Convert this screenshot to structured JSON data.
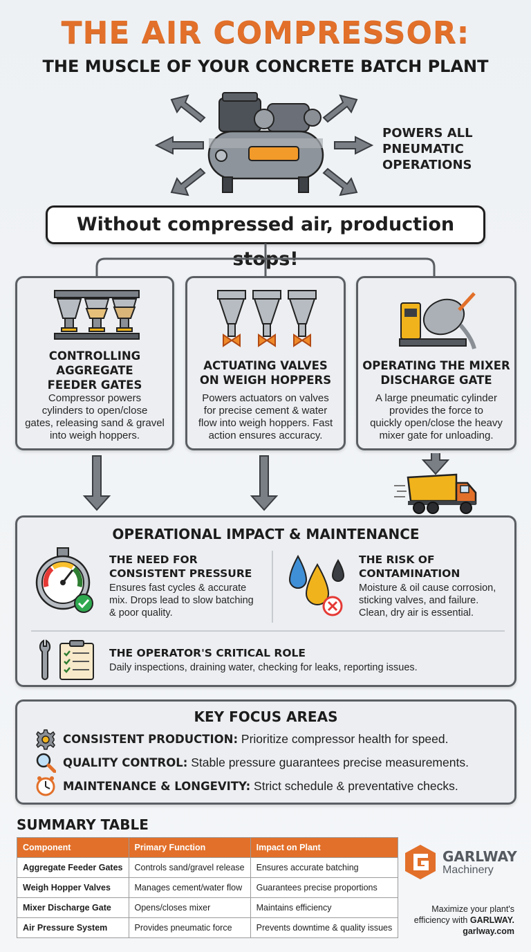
{
  "header": {
    "title": "THE AIR COMPRESSOR:",
    "subtitle": "THE MUSCLE OF YOUR CONCRETE BATCH PLANT"
  },
  "hero": {
    "caption_lines": [
      "POWERS ALL",
      "PNEUMATIC",
      "OPERATIONS"
    ]
  },
  "banner": "Without compressed air, production stops!",
  "cards": [
    {
      "title_lines": [
        "CONTROLLING",
        "AGGREGATE",
        "FEEDER GATES"
      ],
      "body_lines": [
        "Compressor powers",
        "cylinders to open/close",
        "gates, releasing sand & gravel",
        "into weigh hoppers."
      ]
    },
    {
      "title_lines": [
        "ACTUATING VALVES",
        "ON WEIGH HOPPERS"
      ],
      "body_lines": [
        "Powers actuators on valves",
        "for precise cement & water",
        "flow into weigh hoppers. Fast",
        "action ensures accuracy."
      ]
    },
    {
      "title_lines": [
        "OPERATING THE MIXER",
        "DISCHARGE GATE"
      ],
      "body_lines": [
        "A large pneumatic cylinder",
        "provides the force to",
        "quickly open/close the heavy",
        "mixer gate for unloading."
      ]
    }
  ],
  "impact": {
    "title": "OPERATIONAL IMPACT & MAINTENANCE",
    "pressure": {
      "title_lines": [
        "THE NEED FOR",
        "CONSISTENT PRESSURE"
      ],
      "body_lines": [
        "Ensures fast cycles & accurate",
        "mix. Drops lead to slow batching",
        "& poor quality."
      ]
    },
    "contamination": {
      "title_lines": [
        "THE RISK OF",
        "CONTAMINATION"
      ],
      "body_lines": [
        "Moisture & oil cause corrosion,",
        "sticking valves, and failure.",
        "Clean, dry air is essential."
      ]
    },
    "operator": {
      "title": "THE OPERATOR'S CRITICAL ROLE",
      "body": "Daily inspections, draining water, checking for leaks, reporting issues."
    }
  },
  "focus": {
    "title": "KEY FOCUS AREAS",
    "items": [
      {
        "label": "CONSISTENT PRODUCTION:",
        "text": " Prioritize compressor health for speed.",
        "icon": "gear-icon"
      },
      {
        "label": "QUALITY CONTROL:",
        "text": " Stable pressure guarantees precise measurements.",
        "icon": "magnifier-icon"
      },
      {
        "label": "MAINTENANCE & LONGEVITY:",
        "text": " Strict schedule & preventative checks.",
        "icon": "clock-icon"
      }
    ]
  },
  "summary": {
    "title": "SUMMARY TABLE",
    "headers": [
      "Component",
      "Primary Function",
      "Impact on Plant"
    ],
    "rows": [
      [
        "Aggregate Feeder Gates",
        "Controls sand/gravel release",
        "Ensures accurate batching"
      ],
      [
        "Weigh Hopper Valves",
        "Manages cement/water flow",
        "Guarantees precise proportions"
      ],
      [
        "Mixer Discharge Gate",
        "Opens/closes mixer",
        "Maintains efficiency"
      ],
      [
        "Air Pressure System",
        "Provides pneumatic force",
        "Prevents downtime & quality issues"
      ]
    ]
  },
  "brand": {
    "name": "GARLWAY",
    "sub": "Machinery",
    "tagline_1": "Maximize your plant's",
    "tagline_2a": "efficiency with ",
    "tagline_2b": "GARLWAY.",
    "url": "garlway.com",
    "color": "#e2702a"
  },
  "colors": {
    "accent": "#e2702a",
    "border": "#5b5f64",
    "truck": "#f1b31c"
  }
}
